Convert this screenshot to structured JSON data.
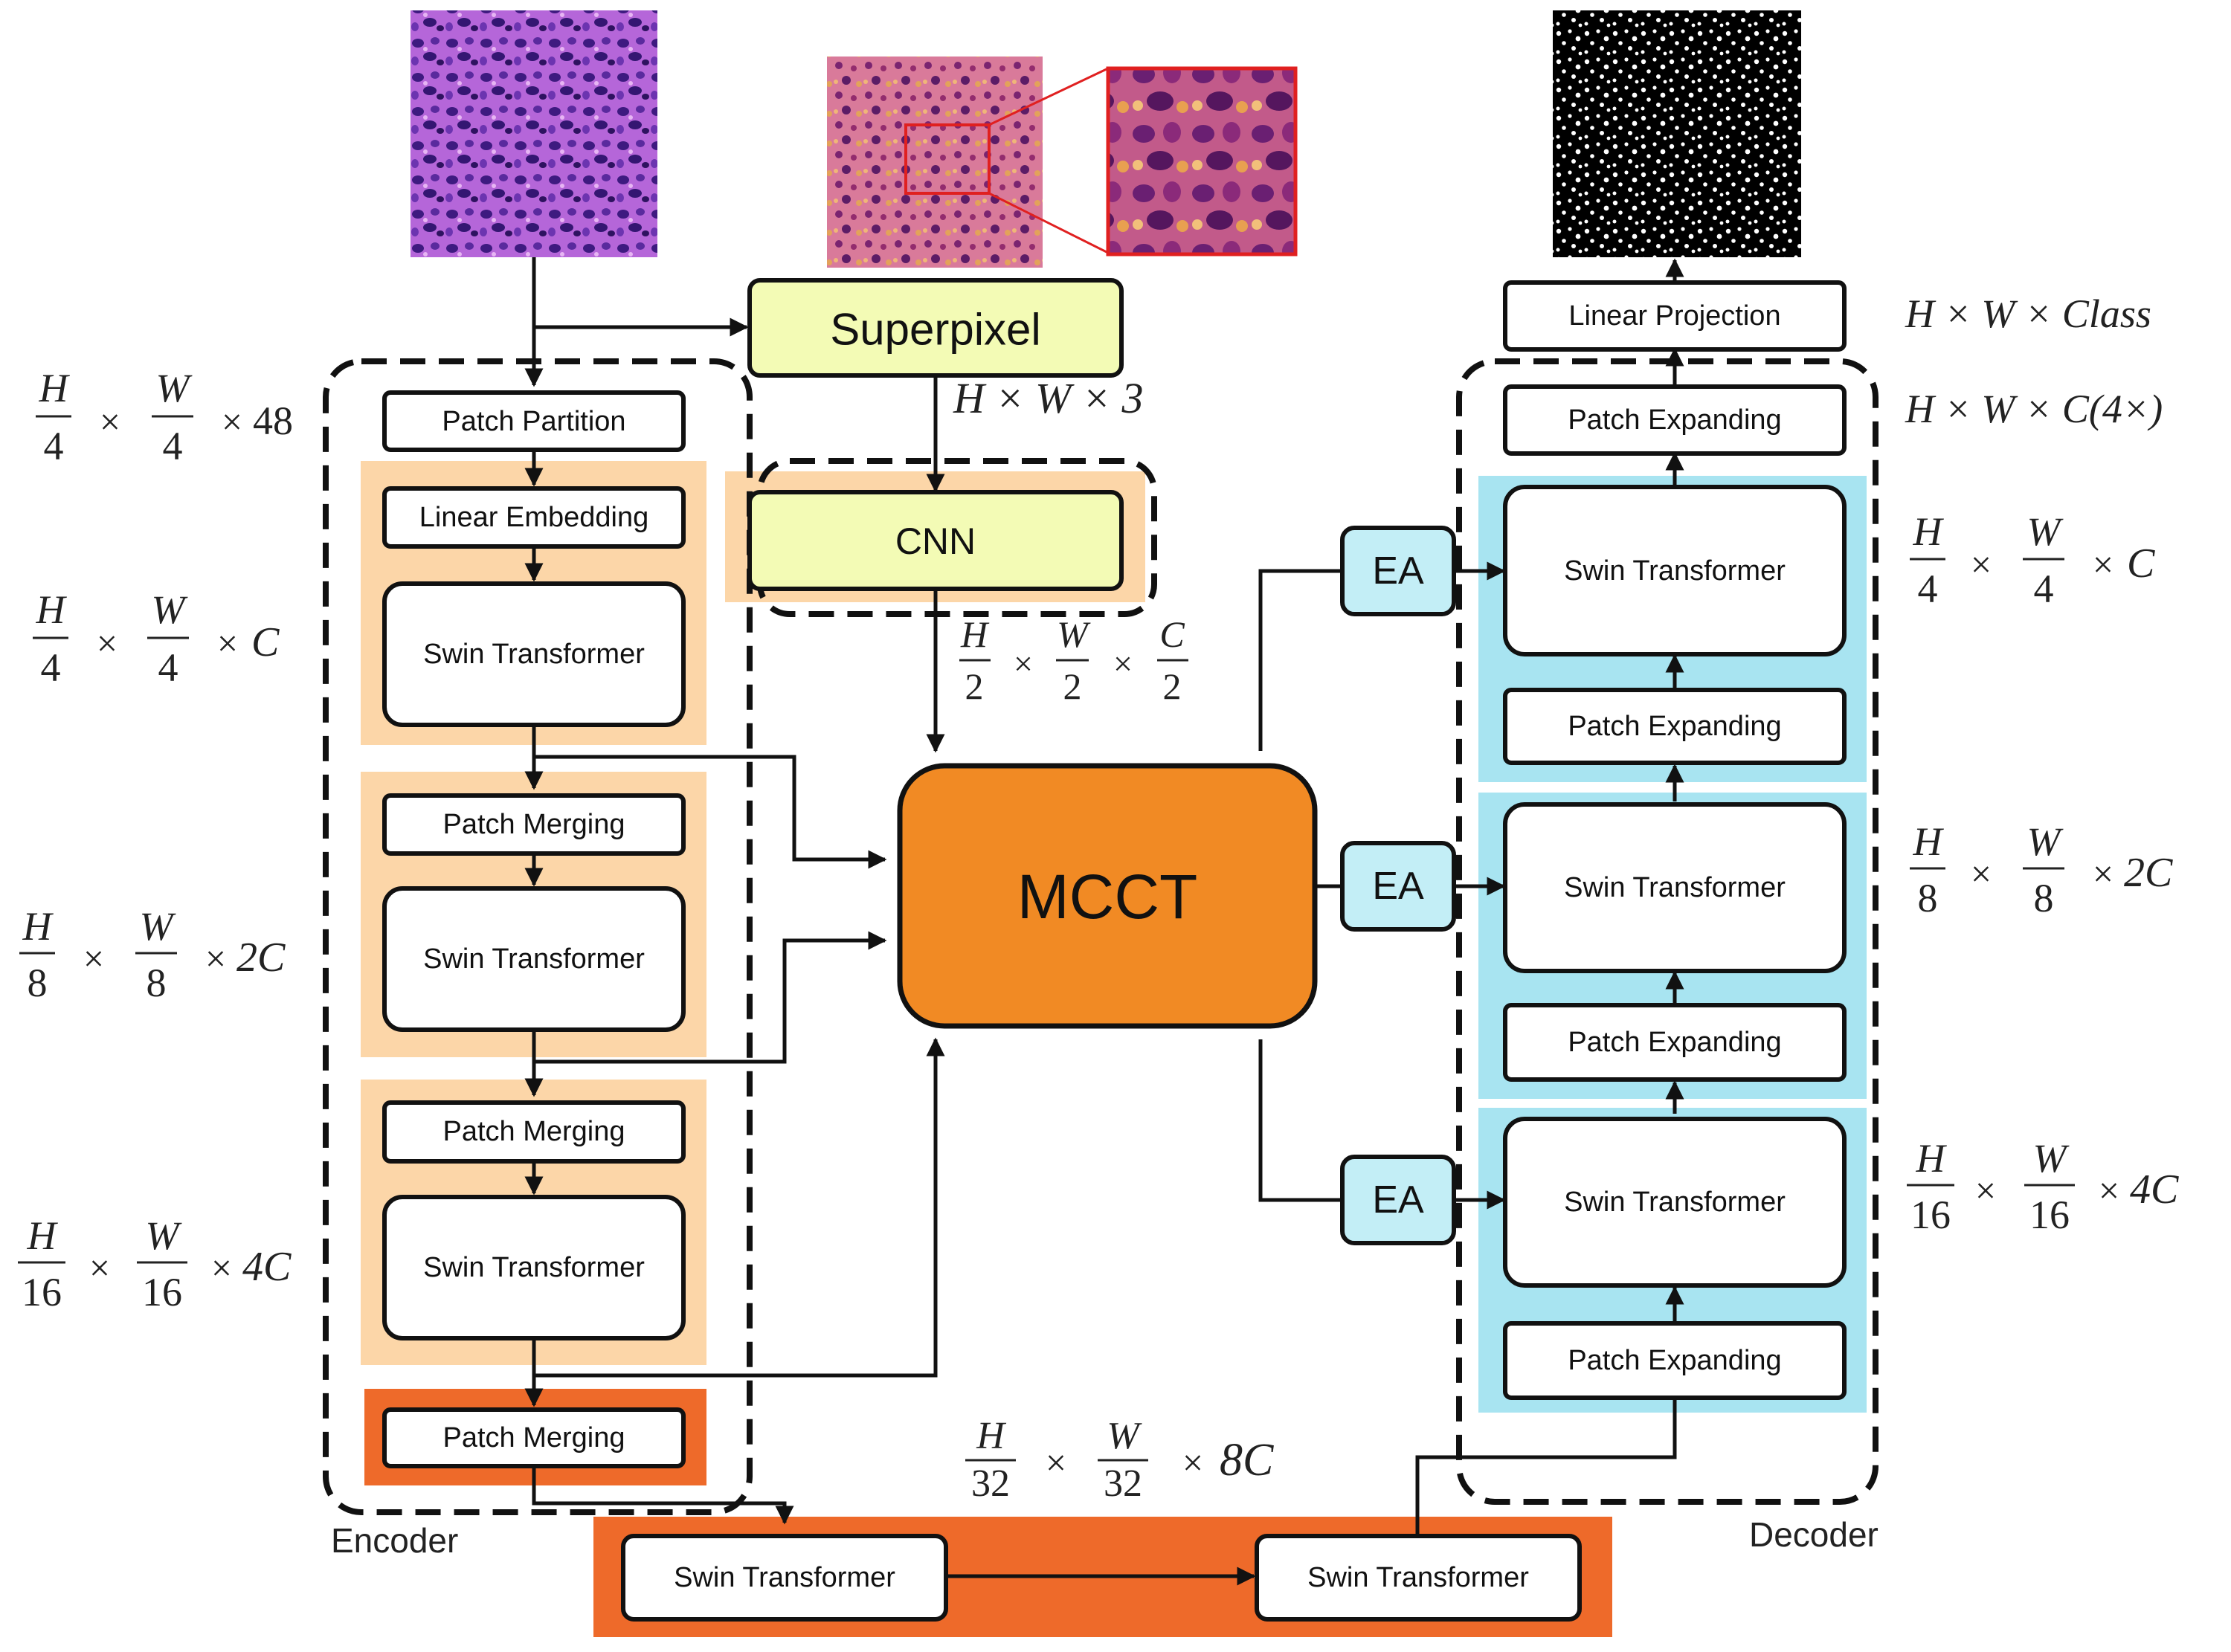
{
  "encoder": {
    "title": "Encoder",
    "patch_partition": "Patch Partition",
    "linear_embedding": "Linear Embedding",
    "swin_transformer": "Swin Transformer",
    "patch_merging": "Patch Merging"
  },
  "superpixel_branch": {
    "superpixel": "Superpixel",
    "cnn": "CNN"
  },
  "center": {
    "mcct": "MCCT",
    "ea": "EA"
  },
  "bottleneck": {
    "swin_transformer": "Swin Transformer"
  },
  "decoder": {
    "title": "Decoder",
    "linear_projection": "Linear Projection",
    "patch_expanding": "Patch Expanding",
    "swin_transformer": "Swin Transformer"
  },
  "dimensions": {
    "enc_patch_partition": {
      "num1": "H",
      "den1": "4",
      "num2": "W",
      "den2": "4",
      "tail": "48"
    },
    "enc_stage1": {
      "num1": "H",
      "den1": "4",
      "num2": "W",
      "den2": "4",
      "tail": "C"
    },
    "enc_stage2": {
      "num1": "H",
      "den1": "8",
      "num2": "W",
      "den2": "8",
      "tail": "2C"
    },
    "enc_stage3": {
      "num1": "H",
      "den1": "16",
      "num2": "W",
      "den2": "16",
      "tail": "4C"
    },
    "superpixel_out": "H × W × 3",
    "cnn_out": {
      "num1": "H",
      "den1": "2",
      "num2": "W",
      "den2": "2",
      "num3": "C",
      "den3": "2"
    },
    "bottleneck": {
      "num1": "H",
      "den1": "32",
      "num2": "W",
      "den2": "32",
      "tail": "8C"
    },
    "dec_projection": "H × W × Class",
    "dec_expand": "H × W × C(4×)",
    "dec_stage1": {
      "num1": "H",
      "den1": "4",
      "num2": "W",
      "den2": "4",
      "tail": "C"
    },
    "dec_stage2": {
      "num1": "H",
      "den1": "8",
      "num2": "W",
      "den2": "8",
      "tail": "2C"
    },
    "dec_stage3": {
      "num1": "H",
      "den1": "16",
      "num2": "W",
      "den2": "16",
      "tail": "4C"
    }
  },
  "colors": {
    "orange_light": "#fcd6a8",
    "orange_dark": "#ee6a2a",
    "mcct_orange": "#f18a24",
    "yellow_green": "#f3fbb5",
    "cyan_panel": "#a8e4f1",
    "ea_fill": "#c3eef6"
  }
}
